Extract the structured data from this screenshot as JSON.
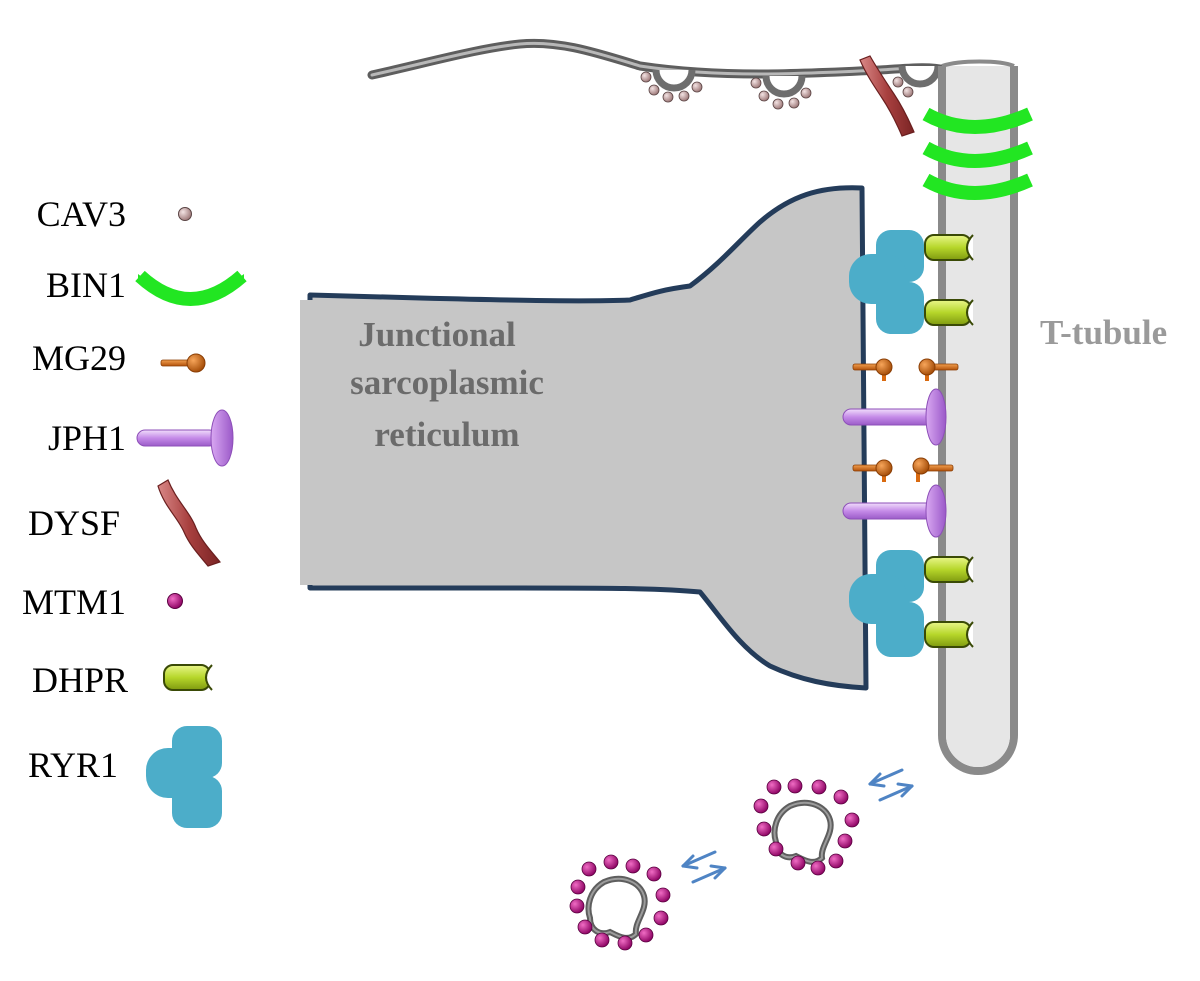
{
  "legend": {
    "items": [
      {
        "label": "CAV3",
        "icon": "cav3-caveolin-dot-icon"
      },
      {
        "label": "BIN1",
        "icon": "bin1-green-arc-icon"
      },
      {
        "label": "MG29",
        "icon": "mg29-orange-pin-icon"
      },
      {
        "label": "JPH1",
        "icon": "jph1-purple-pin-icon"
      },
      {
        "label": "DYSF",
        "icon": "dysf-red-bar-icon"
      },
      {
        "label": "MTM1",
        "icon": "mtm1-magenta-dot-icon"
      },
      {
        "label": "DHPR",
        "icon": "dhpr-green-cylinder-icon"
      },
      {
        "label": "RYR1",
        "icon": "ryr1-blue-blob-icon"
      }
    ]
  },
  "sr": {
    "line1": "Junctional",
    "line2": "sarcoplasmic",
    "line3": "reticulum"
  },
  "ttubule": {
    "label": "T-tubule"
  },
  "colors": {
    "sr_fill": "#c6c6c6",
    "sr_outline": "#243c5a",
    "ttubule_fill": "#e6e6e6",
    "ttubule_outline": "#8a8a8a",
    "cav3": "#c9a3a3",
    "bin1": "#22e622",
    "mg29": "#d96a10",
    "jph1": "#c58be8",
    "dysf": "#a8403f",
    "mtm1": "#c0188c",
    "dhpr": "#b6d62a",
    "ryr1": "#4cadc9",
    "arrows": "#4f84c4"
  }
}
